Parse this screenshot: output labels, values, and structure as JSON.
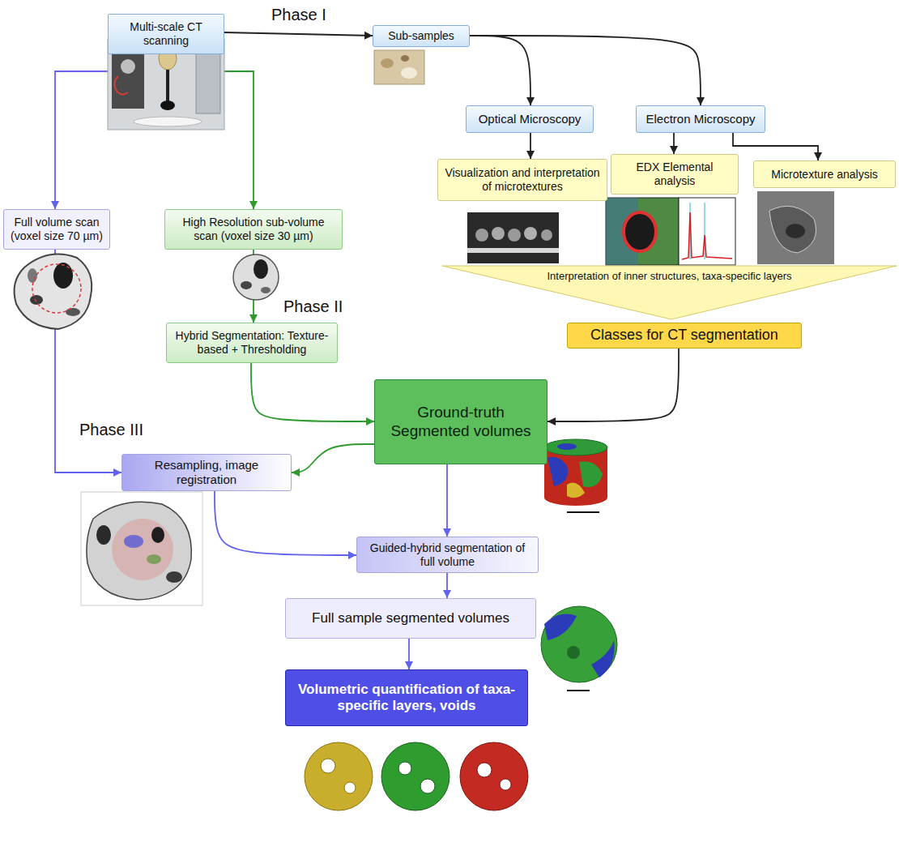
{
  "diagram": {
    "nodes": [
      {
        "text": [
          "Multi-scale CT scanning"
        ]
      },
      {
        "text": [
          "Sub-samples"
        ]
      },
      {
        "text": [
          "Optical Microscopy"
        ]
      },
      {
        "text": [
          "Electron Microscopy"
        ]
      },
      {
        "text": [
          "Visualization and interpretation of microtextures"
        ]
      },
      {
        "text": [
          "EDX Elemental analysis"
        ]
      },
      {
        "text": [
          "Microtexture analysis"
        ]
      },
      {
        "text": [
          "Full volume scan (voxel size 70 µm)"
        ]
      },
      {
        "text": [
          "High Resolution sub-volume scan (voxel size 30 µm)"
        ]
      },
      {
        "text": [
          "Interpretation of inner structures, taxa-specific layers"
        ]
      },
      {
        "text": [
          "Classes for CT segmentation"
        ]
      },
      {
        "text": [
          "Hybrid Segmentation: Texture-based + Thresholding"
        ]
      },
      {
        "text": [
          "Ground-truth Segmented volumes"
        ]
      },
      {
        "text": [
          "Resampling, image registration"
        ]
      },
      {
        "text": [
          "Guided-hybrid segmentation of full volume"
        ]
      },
      {
        "text": [
          "Full sample segmented volumes"
        ]
      },
      {
        "text": [
          "Volumetric quantification of taxa-specific layers, voids"
        ]
      }
    ],
    "edges": [
      {
        "from": 0,
        "to": 1,
        "arrow": "to"
      },
      {
        "from": 0,
        "to": 7,
        "arrow": "to"
      },
      {
        "from": 0,
        "to": 8,
        "arrow": "to"
      },
      {
        "from": 1,
        "to": 2,
        "arrow": "to"
      },
      {
        "from": 1,
        "to": 3,
        "arrow": "to"
      },
      {
        "from": 2,
        "to": 4,
        "arrow": "to"
      },
      {
        "from": 3,
        "to": 5,
        "arrow": "to"
      },
      {
        "from": 3,
        "to": 6,
        "arrow": "to"
      },
      {
        "from": 8,
        "to": 11,
        "arrow": "to"
      },
      {
        "from": 11,
        "to": 12,
        "arrow": "to"
      },
      {
        "from": 10,
        "to": 12,
        "arrow": "to"
      },
      {
        "from": 7,
        "to": 13,
        "arrow": "to"
      },
      {
        "from": 12,
        "to": 13,
        "arrow": "to"
      },
      {
        "from": 12,
        "to": 14,
        "arrow": "to"
      },
      {
        "from": 13,
        "to": 14,
        "arrow": "to"
      },
      {
        "from": 14,
        "to": 15,
        "arrow": "to"
      },
      {
        "from": 15,
        "to": 16,
        "arrow": "to"
      }
    ],
    "labels": [
      "Phase I",
      "Phase II",
      "Phase III"
    ]
  }
}
